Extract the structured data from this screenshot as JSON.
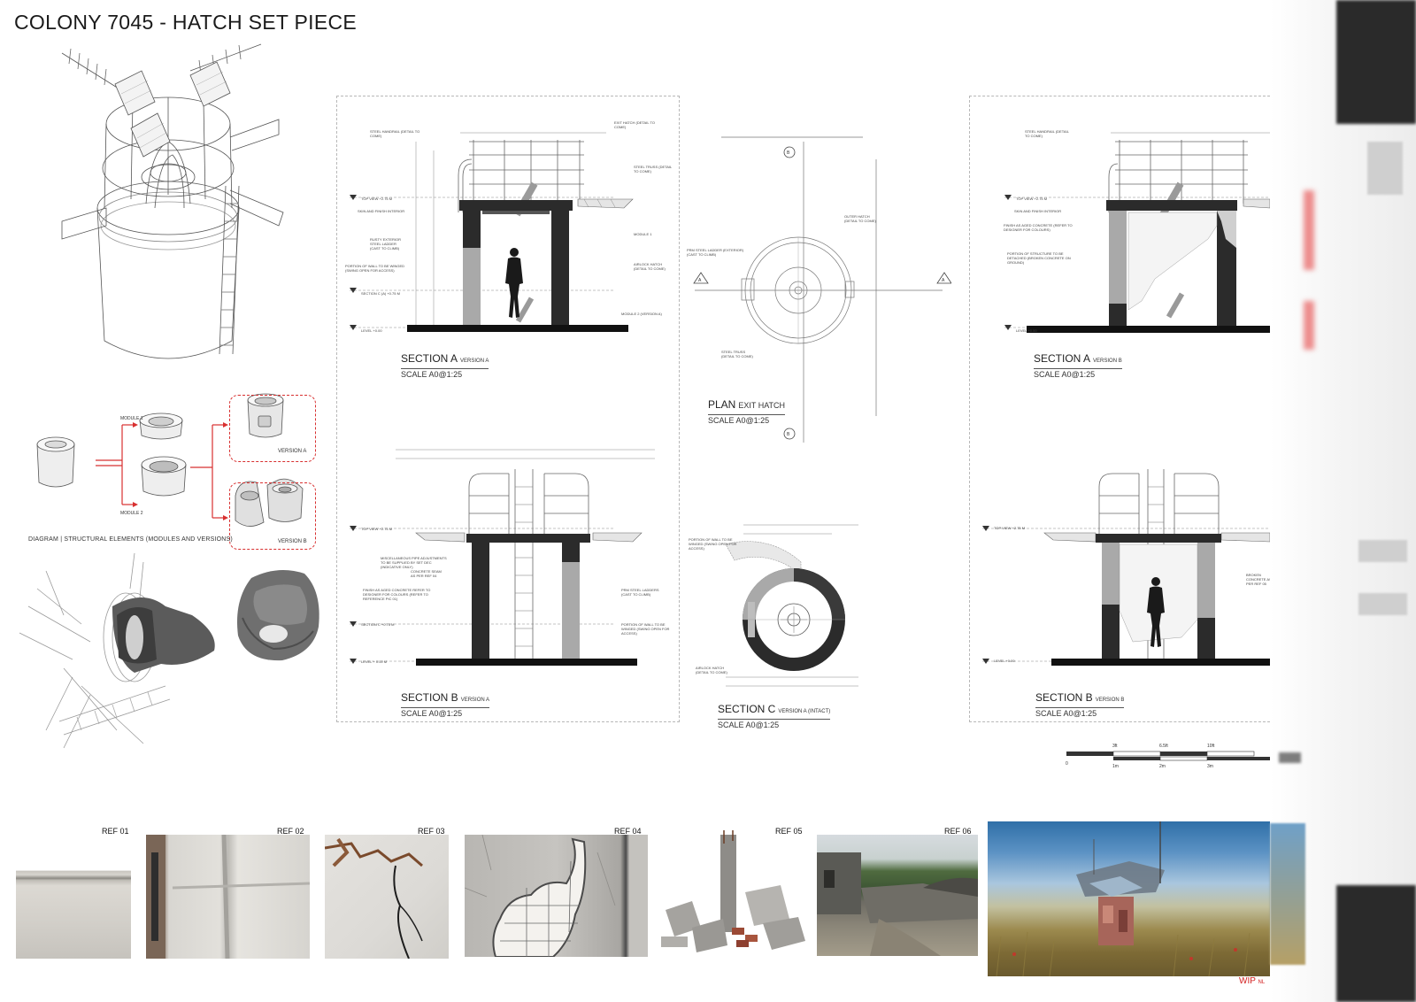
{
  "header": {
    "title": "COLONY 7045 - HATCH SET PIECE"
  },
  "drawings": {
    "section_a_v1": {
      "title": "SECTION A",
      "sub": "VERSION A",
      "scale": "SCALE A0@1:25"
    },
    "section_b_v1": {
      "title": "SECTION B",
      "sub": "VERSION A",
      "scale": "SCALE A0@1:25"
    },
    "plan": {
      "title": "PLAN",
      "sub": "EXIT HATCH",
      "scale": "SCALE A0@1:25"
    },
    "section_c": {
      "title": "SECTION C",
      "sub": "VERSION A (INTACT)",
      "scale": "SCALE A0@1:25"
    },
    "section_a_v2": {
      "title": "SECTION A",
      "sub": "VERSION B",
      "scale": "SCALE A0@1:25"
    },
    "section_b_v2": {
      "title": "SECTION B",
      "sub": "VERSION B",
      "scale": "SCALE A0@1:25"
    }
  },
  "annotations": {
    "steel_handrail": "STEEL HANDRAIL (DETAIL TO COME)",
    "exit_hatch": "EXIT HATCH (DETAIL TO COME)",
    "steel_truss": "STEEL TRUSS (DETAIL TO COME)",
    "top_view": "TOP VIEW +2.75 m",
    "skin_finish": "SKIN AND FINISH INTERIOR",
    "rusty_ladder": "RUSTY EXTERIOR STEEL LADDER (CAST TO CLIMB)",
    "portion_wall": "PORTION OF WALL TO BE WINGED (SWING OPEN FOR ACCESS)",
    "section_c_level": "SECTION C (A) +0.75 m",
    "level": "LEVEL +0.00",
    "module_1": "MODULE 1",
    "airlock_hatch": "AIRLOCK HATCH (DETAIL TO COME)",
    "module_2": "MODULE 2 (VERSION A)",
    "outer_hatch": "OUTER HATCH (DETAIL TO COME)",
    "prm_ladder": "PRM STEEL LADDER (EXTERIOR) (CAST TO CLIMB)",
    "finish_aged": "FINISH AS AGED CONCRETE (REFER TO DESIGNER FOR COLOURS)",
    "portion_structure": "PORTION OF STRUCTURE TO BE DETACHED (BROKEN CONCRETE ON GROUND)",
    "misc_pipe": "MISCELLANEOUS PIPE ADJUSTMENTS TO BE SUPPLIED BY SET DEC (INDICATIVE ONLY)",
    "concrete_seam": "CONCRETE SEAM AS PER REF 04",
    "finish_aged_2": "FINISH AS AGED CONCRETE REFER TO DESIGNER FOR COLOURS (REFER TO REFERENCE PIC 01)",
    "section_c_2": "SECTION C +0.75 m",
    "level_2": "LEVEL + 0.00 m",
    "prm_ladder_2": "PRM STEEL LADDERS (CAST TO CLIMB)",
    "portion_wall_2": "PORTION OF WALL TO BE WINGED (SWING OPEN FOR ACCESS)",
    "broken_con": "BROKEN CONCRETE AS PER REF 05"
  },
  "diagram": {
    "caption": "DIAGRAM  |  STRUCTURAL ELEMENTS (MODULES AND VERSIONS)",
    "module_1": "MODULE 1",
    "module_2": "MODULE 2",
    "version_a": "VERSION A",
    "version_b": "VERSION B"
  },
  "scalebar": {
    "top": [
      "3ft",
      "6.5ft",
      "10ft"
    ],
    "bottom": [
      "0",
      "1m",
      "2m",
      "3m"
    ]
  },
  "references": [
    {
      "label": "REF 01"
    },
    {
      "label": "REF 02"
    },
    {
      "label": "REF 03"
    },
    {
      "label": "REF 04"
    },
    {
      "label": "REF 05"
    },
    {
      "label": "REF 06"
    }
  ],
  "footer": {
    "wip": "WIP",
    "wip_sub": "NL"
  },
  "colors": {
    "accent_red": "#d83030",
    "wall_dark": "#2b2b2b",
    "wall_grey": "#a9a9a9"
  }
}
